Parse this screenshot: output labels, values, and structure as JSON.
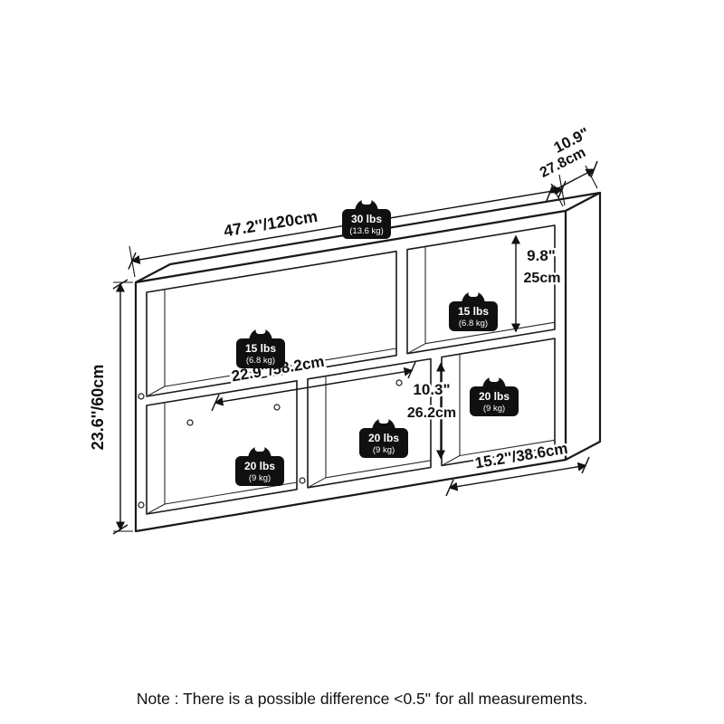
{
  "dims": {
    "width": "47.2''/120cm",
    "depth_in": "10.9\"",
    "depth_cm": "27.8cm",
    "shelf_in": "9.8\"",
    "shelf_cm": "25cm",
    "height": "23.6''/60cm",
    "top_opening_width": "22.9''/58.2cm",
    "bottom_opening_in": "10.3\"",
    "bottom_opening_cm": "26.2cm",
    "bottom_opening_width": "15.2''/38.6cm"
  },
  "weights": {
    "top": {
      "lbs": "30 lbs",
      "kg": "(13.6 kg)"
    },
    "shelf_right": {
      "lbs": "15 lbs",
      "kg": "(6.8 kg)"
    },
    "shelf_left": {
      "lbs": "15 lbs",
      "kg": "(6.8 kg)"
    },
    "bottom_left": {
      "lbs": "20 lbs",
      "kg": "(9 kg)"
    },
    "bottom_middle": {
      "lbs": "20 lbs",
      "kg": "(9 kg)"
    },
    "bottom_right": {
      "lbs": "20 lbs",
      "kg": "(9 kg)"
    }
  },
  "note": "Note : There is a possible difference <0.5\" for all measurements.",
  "colors": {
    "line": "#1a1a1a",
    "weight_fill": "#101010",
    "background": "#ffffff"
  }
}
